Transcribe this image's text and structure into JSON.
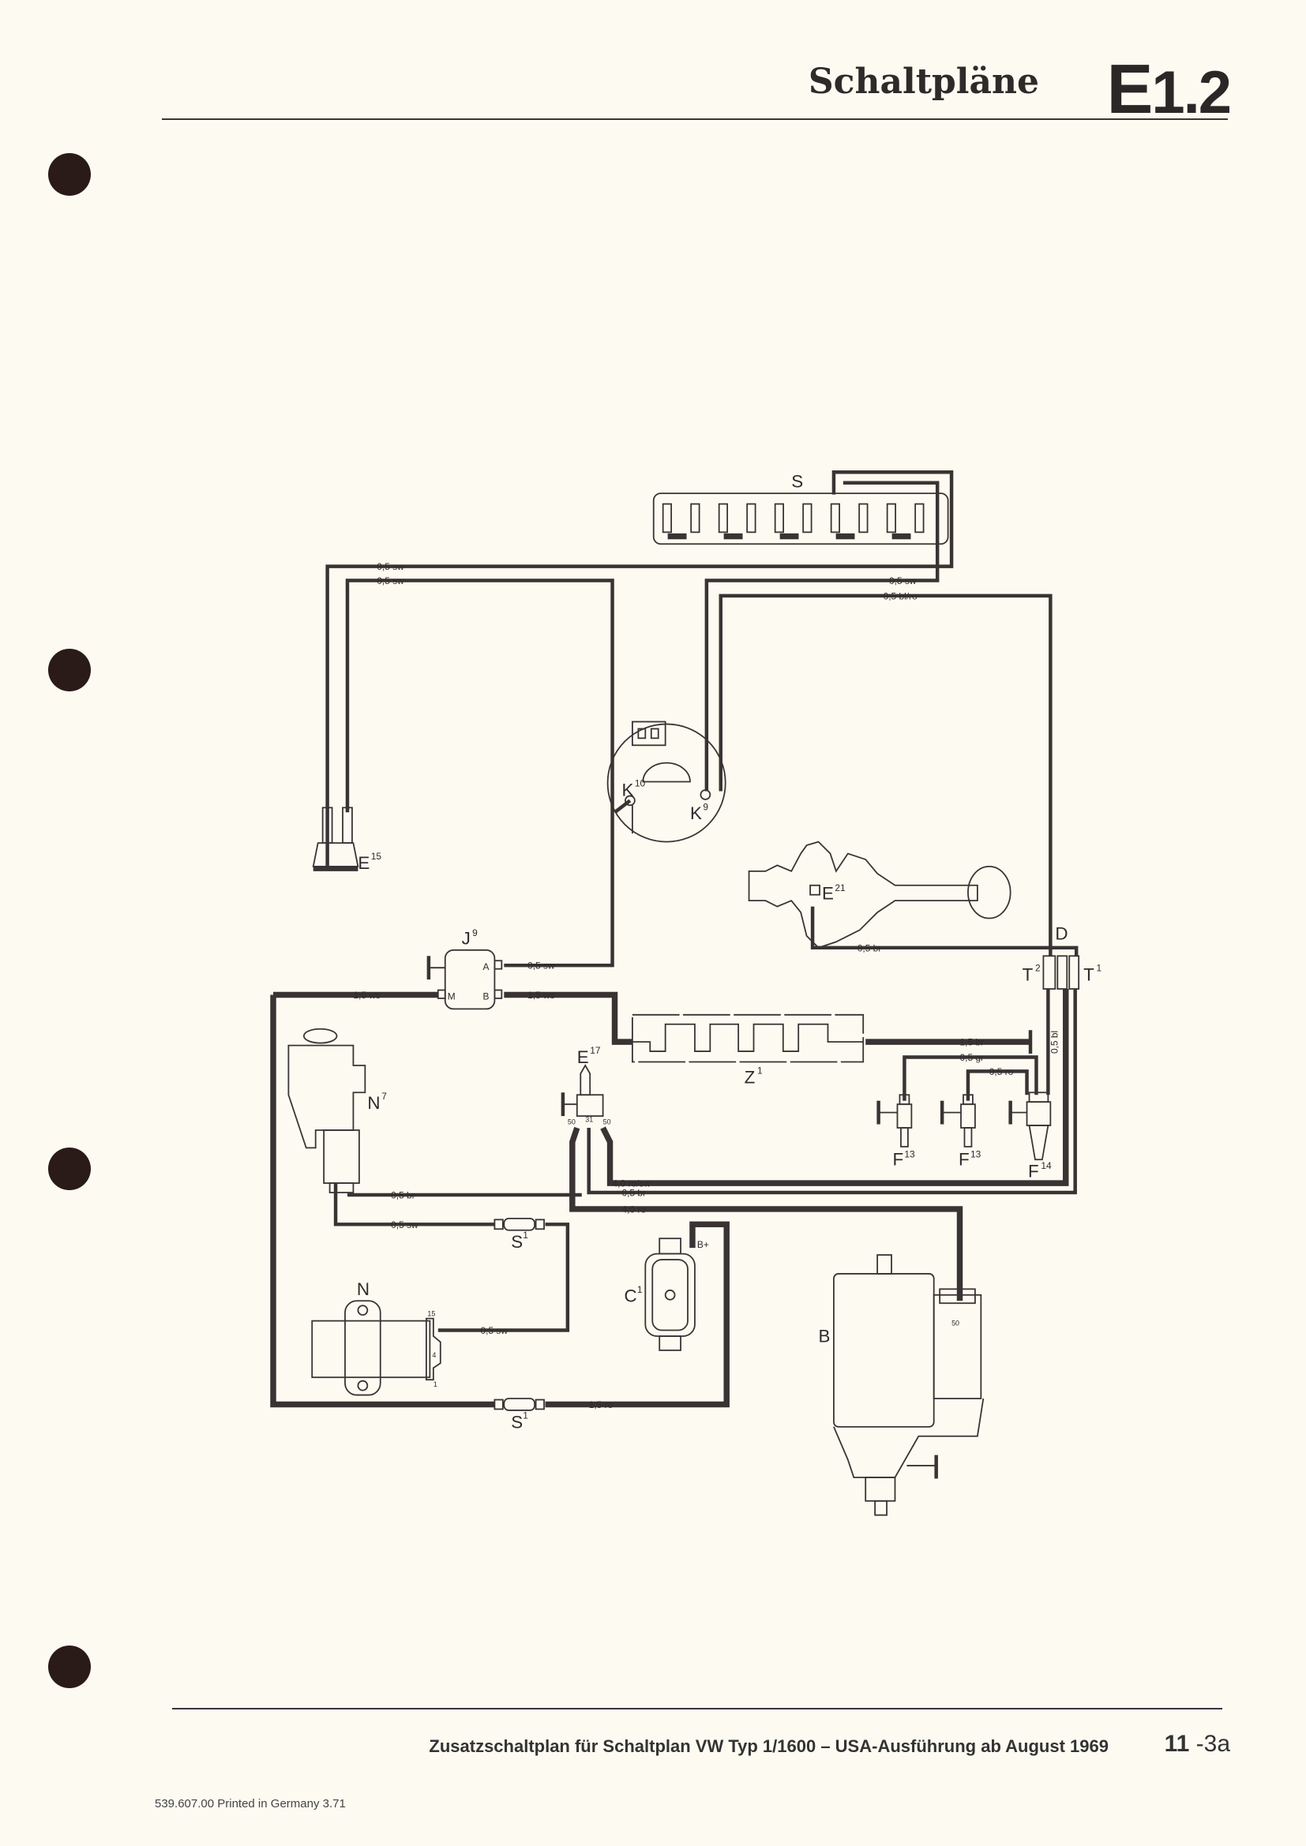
{
  "header": {
    "section": "Schaltpläne",
    "code_letter": "E",
    "code_number": "1.2"
  },
  "components": {
    "S": "S",
    "E15": "E",
    "E15_sup": "15",
    "K10": "K",
    "K10_sup": "10",
    "K9": "K",
    "K9_sup": "9",
    "E21": "E",
    "E21_sup": "21",
    "D": "D",
    "T2": "T",
    "T2_sup": "2",
    "T1": "T",
    "T1_sup": "1",
    "J9": "J",
    "J9_sup": "9",
    "J9_A": "A",
    "J9_B": "B",
    "J9_M": "M",
    "Z1": "Z",
    "Z1_sup": "1",
    "E17": "E",
    "E17_sup": "17",
    "E17_t50a": "50",
    "E17_t31": "31",
    "E17_t50b": "50",
    "N7": "N",
    "N7_sup": "7",
    "F13a": "F",
    "F13a_sup": "13",
    "F13b": "F",
    "F13b_sup": "13",
    "F14": "F",
    "F14_sup": "14",
    "S1a": "S",
    "S1a_sup": "1",
    "S1b": "S",
    "S1b_sup": "1",
    "C1": "C",
    "C1_sup": "1",
    "C1_Bplus": "B+",
    "N": "N",
    "N_t15": "15",
    "N_t4": "4",
    "N_t1": "1",
    "B": "B",
    "B_t50": "50"
  },
  "wires": {
    "w1": "0,5 sw",
    "w2": "0,5 sw",
    "w3": "0,5 sw",
    "w4": "0,5 bl/ro",
    "w5": "0,5 br",
    "w6": "0,5 sw",
    "w7": "1,5 ws",
    "w8": "1,5 ws",
    "w9": "1,5 br",
    "w10": "0,5 gr",
    "w11": "0,5 ro",
    "w12": "0,5 bl",
    "w13": "4,0 ro/sw",
    "w14": "0,5 br",
    "w15": "0,5 br",
    "w16": "4,0 ro",
    "w17": "0,5 sw",
    "w18": "0,5 sw",
    "w19": "1,5 ro"
  },
  "footer": {
    "title": "Zusatzschaltplan für Schaltplan VW Typ 1/1600 – USA-Ausführung ab August 1969",
    "page_major": "11",
    "page_minor": "-3a",
    "print_note": "539.607.00 Printed in Germany 3.71"
  }
}
